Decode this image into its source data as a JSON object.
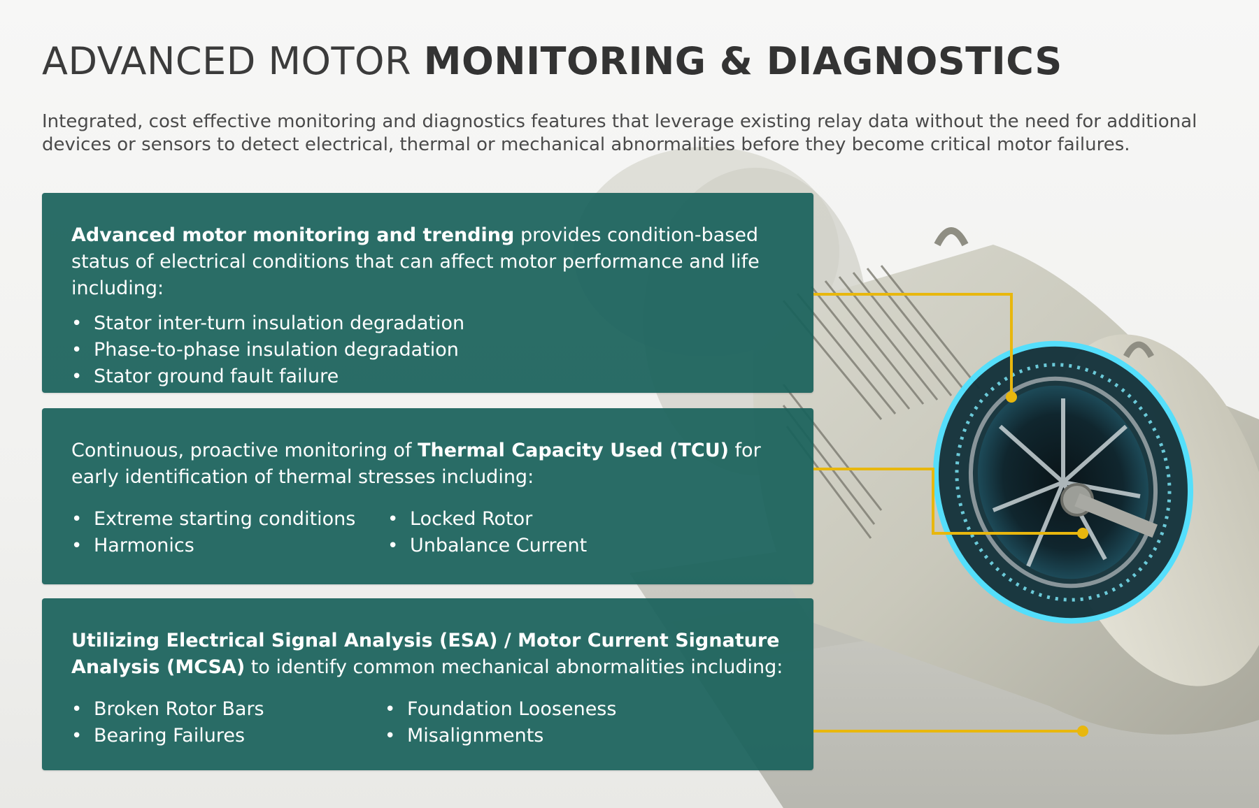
{
  "header": {
    "title_light": "ADVANCED MOTOR ",
    "title_bold": "MONITORING & DIAGNOSTICS",
    "subtitle": "Integrated, cost effective monitoring and diagnostics features that leverage existing relay data without the need for additional devices or sensors to detect electrical, thermal or mechanical abnormalities before they become critical motor failures."
  },
  "panels": {
    "monitoring": {
      "lead_bold": "Advanced motor monitoring and trending",
      "lead_text": " provides condition-based status of electrical conditions that can affect motor performance and life including:",
      "items": [
        "Stator inter-turn insulation degradation",
        "Phase-to-phase insulation degradation",
        "Stator ground fault failure"
      ]
    },
    "thermal": {
      "lead_pre": "Continuous, proactive monitoring of ",
      "lead_bold": "Thermal Capacity Used (TCU)",
      "lead_post": " for early identification of thermal stresses including:",
      "col_a": [
        "Extreme starting conditions",
        "Harmonics"
      ],
      "col_b": [
        "Locked Rotor",
        "Unbalance Current"
      ]
    },
    "esa": {
      "lead_bold": "Utilizing Electrical Signal Analysis (ESA) / Motor Current Signature Analysis (MCSA)",
      "lead_text": " to identify common mechanical abnormalities including:",
      "col_a": [
        "Broken Rotor Bars",
        "Bearing Failures"
      ],
      "col_b": [
        "Foundation Looseness",
        "Misalignments"
      ]
    }
  },
  "colors": {
    "panel": "#1a625b",
    "callout": "#e8b70e",
    "glow": "#4fe0ff"
  }
}
